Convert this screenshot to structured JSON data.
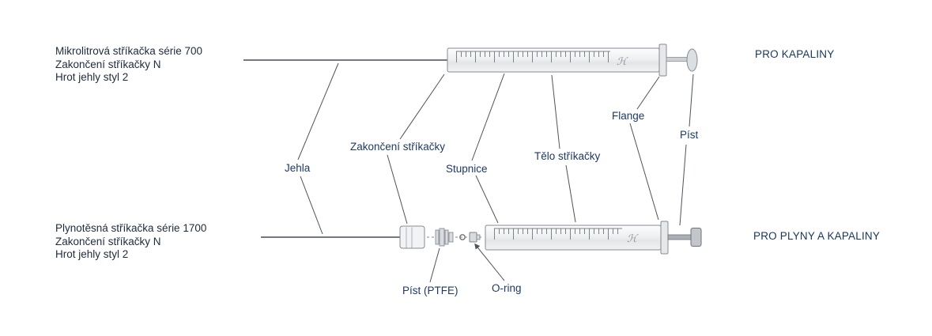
{
  "colors": {
    "background": "#ffffff",
    "label_text": "#1d3a66",
    "block_text": "#1c2b3c",
    "usage_text": "#16365c",
    "drawing_stroke": "#858b93",
    "leader_line": "#4e5459"
  },
  "top_section": {
    "description_lines": [
      "Mikrolitrová stříkačka série 700",
      "Zakončení stříkačky N",
      "Hrot jehly styl 2"
    ],
    "usage_label": "PRO KAPALINY"
  },
  "bottom_section": {
    "description_lines": [
      "Plynotěsná stříkačka série 1700",
      "Zakončení stříkačky N",
      "Hrot jehly styl 2"
    ],
    "usage_label": "PRO PLYNY A KAPALINY"
  },
  "part_labels": {
    "needle": "Jehla",
    "termination": "Zakončení stříkačky",
    "scale": "Stupnice",
    "body": "Tělo stříkačky",
    "flange": "Flange",
    "plunger": "Píst",
    "plunger_ptfe": "Píst (PTFE)",
    "o_ring": "O-ring"
  },
  "logo": {
    "name": "hamilton-logo",
    "glyph": "ℋ"
  }
}
